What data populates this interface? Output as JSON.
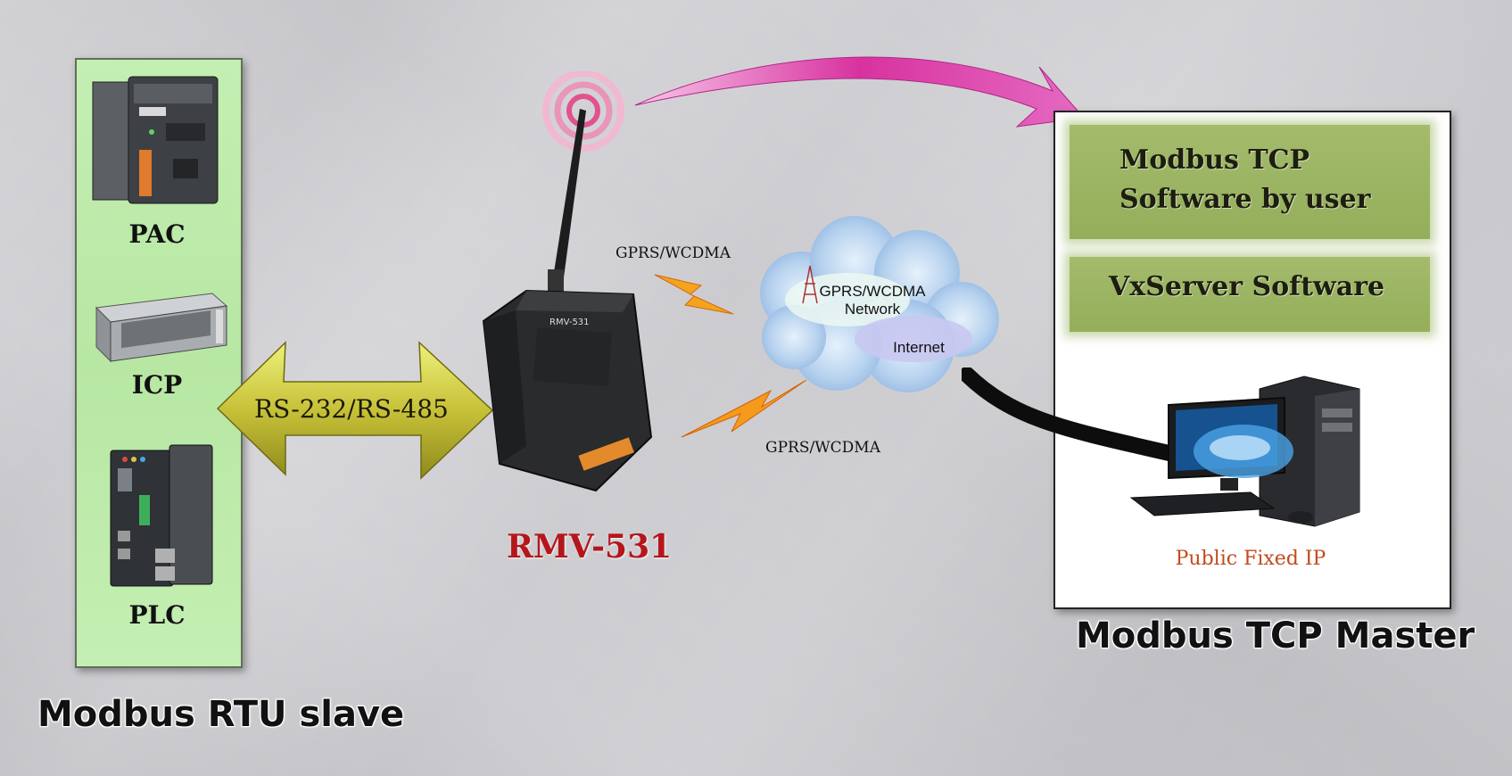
{
  "slave": {
    "caption": "Modbus RTU slave",
    "devices": [
      {
        "label": "PAC",
        "icon": "pac-device-icon"
      },
      {
        "label": "ICP",
        "icon": "icp-rack-server-icon"
      },
      {
        "label": "PLC",
        "icon": "plc-device-icon"
      }
    ]
  },
  "serial_link": {
    "label": "RS-232/RS-485"
  },
  "gateway": {
    "name": "RMV-531",
    "device_print": "RMV-531"
  },
  "wireless": {
    "label_top": "GPRS/WCDMA",
    "label_bottom": "GPRS/WCDMA"
  },
  "cloud": {
    "network_line1": "GPRS/WCDMA",
    "network_line2": "Network",
    "internet": "Internet"
  },
  "master": {
    "caption": "Modbus TCP Master",
    "software_user_line1": "Modbus TCP",
    "software_user_line2": "Software by user",
    "vxserver": "VxServer Software",
    "ip": "Public Fixed IP"
  },
  "colors": {
    "slave_panel": "#b7e7a3",
    "software_box": "#9ab361",
    "rmv_label": "#b5161b",
    "ip_label": "#c24a1d",
    "curved_arrow": "#d63aa8",
    "double_arrow": "#c9c33a",
    "lightning": "#f59a1a"
  }
}
